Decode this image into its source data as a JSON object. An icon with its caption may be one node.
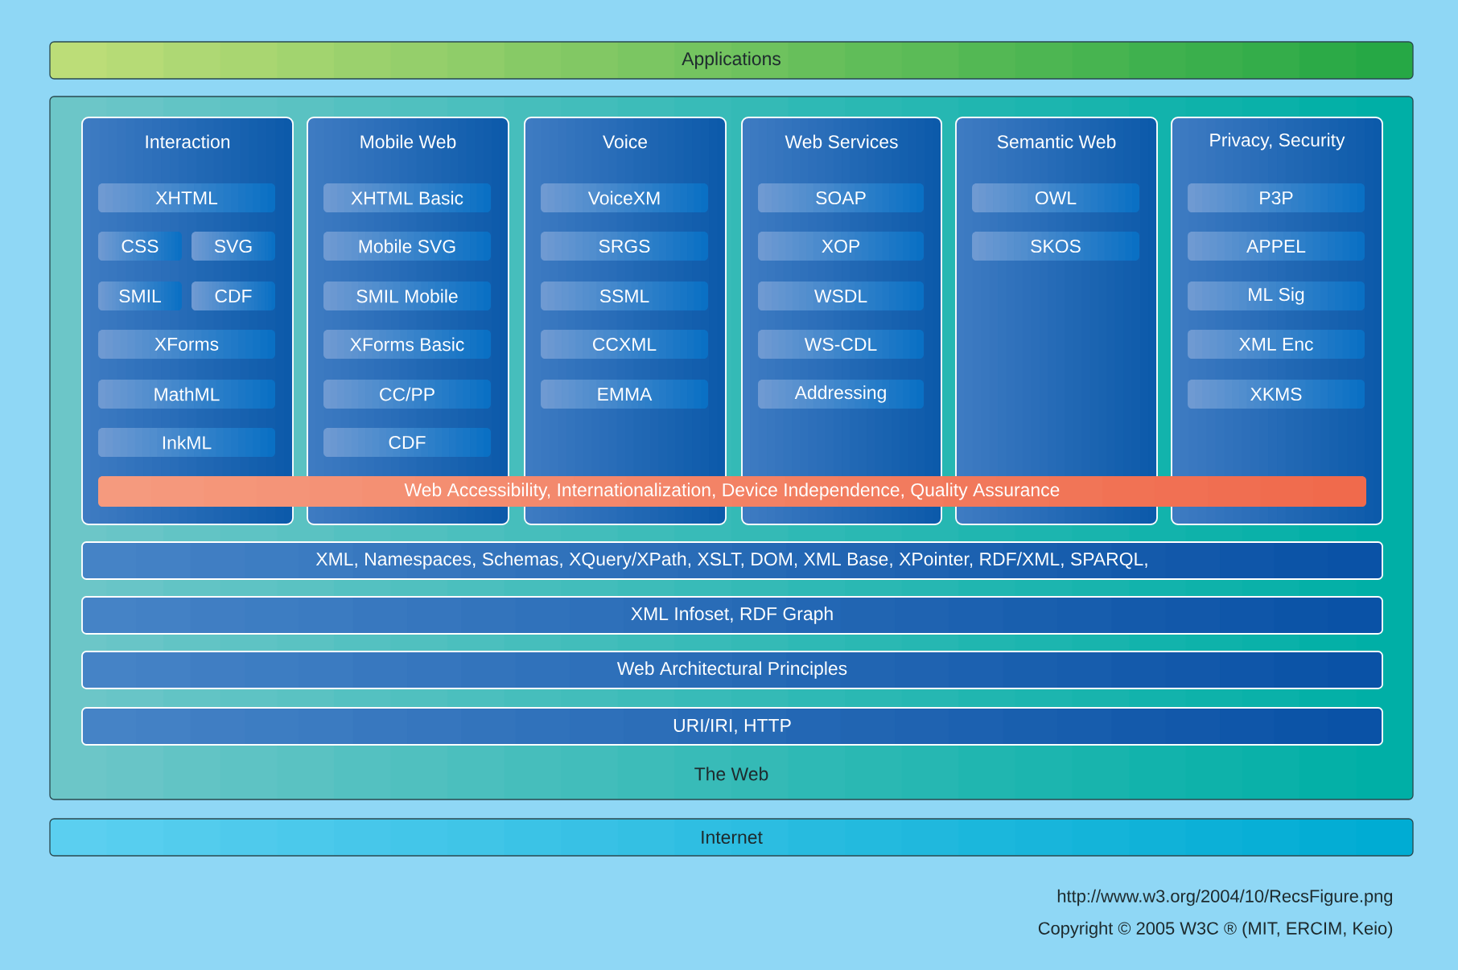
{
  "diagram": {
    "nodes": [
      {
        "text": [
          "Applications"
        ]
      },
      {
        "text": [
          "The Web"
        ]
      },
      {
        "text": [
          "Interaction"
        ],
        "in": 1
      },
      {
        "text": [
          "XHTML"
        ],
        "in": 2
      },
      {
        "text": [
          "CSS"
        ],
        "in": 2
      },
      {
        "text": [
          "SVG"
        ],
        "in": 2
      },
      {
        "text": [
          "SMIL"
        ],
        "in": 2
      },
      {
        "text": [
          "CDF"
        ],
        "in": 2
      },
      {
        "text": [
          "XForms"
        ],
        "in": 2
      },
      {
        "text": [
          "MathML"
        ],
        "in": 2
      },
      {
        "text": [
          "InkML"
        ],
        "in": 2
      },
      {
        "text": [
          "Mobile Web"
        ],
        "in": 1
      },
      {
        "text": [
          "XHTML Basic"
        ],
        "in": 11
      },
      {
        "text": [
          "Mobile SVG"
        ],
        "in": 11
      },
      {
        "text": [
          "SMIL Mobile"
        ],
        "in": 11
      },
      {
        "text": [
          "XForms Basic"
        ],
        "in": 11
      },
      {
        "text": [
          "CC/PP"
        ],
        "in": 11
      },
      {
        "text": [
          "CDF"
        ],
        "in": 11
      },
      {
        "text": [
          "Voice"
        ],
        "in": 1
      },
      {
        "text": [
          "VoiceXM"
        ],
        "in": 18
      },
      {
        "text": [
          "SRGS"
        ],
        "in": 18
      },
      {
        "text": [
          "SSML"
        ],
        "in": 18
      },
      {
        "text": [
          "CCXML"
        ],
        "in": 18
      },
      {
        "text": [
          "EMMA"
        ],
        "in": 18
      },
      {
        "text": [
          "Web Services"
        ],
        "in": 1
      },
      {
        "text": [
          "SOAP"
        ],
        "in": 24
      },
      {
        "text": [
          "XOP"
        ],
        "in": 24
      },
      {
        "text": [
          "WSDL"
        ],
        "in": 24
      },
      {
        "text": [
          "WS-CDL"
        ],
        "in": 24
      },
      {
        "text": [
          "Addressing"
        ],
        "in": 24
      },
      {
        "text": [
          "Semantic Web"
        ],
        "in": 1
      },
      {
        "text": [
          "OWL"
        ],
        "in": 30
      },
      {
        "text": [
          "SKOS"
        ],
        "in": 30
      },
      {
        "text": [
          "Privacy, Security"
        ],
        "in": 1
      },
      {
        "text": [
          "P3P"
        ],
        "in": 33
      },
      {
        "text": [
          "APPEL"
        ],
        "in": 33
      },
      {
        "text": [
          "ML Sig"
        ],
        "in": 33
      },
      {
        "text": [
          "XML Enc"
        ],
        "in": 33
      },
      {
        "text": [
          "XKMS"
        ],
        "in": 33
      },
      {
        "text": [
          "Web Accessibility, Internationalization, Device Independence, Quality Assurance"
        ],
        "in": 1
      },
      {
        "text": [
          "XML, Namespaces, Schemas, XQuery/XPath, XSLT, DOM, XML Base, XPointer, RDF/XML, SPARQL,"
        ],
        "in": 1
      },
      {
        "text": [
          "XML Infoset, RDF Graph"
        ],
        "in": 1
      },
      {
        "text": [
          "Web Architectural Principles"
        ],
        "in": 1
      },
      {
        "text": [
          "URI/IRI, HTTP"
        ],
        "in": 1
      },
      {
        "text": [
          "Internet"
        ]
      }
    ],
    "labels": [
      "http://www.w3.org/2004/10/RecsFigure.png",
      "Copyright © 2005 W3C ® (MIT, ERCIM, Keio)"
    ]
  }
}
